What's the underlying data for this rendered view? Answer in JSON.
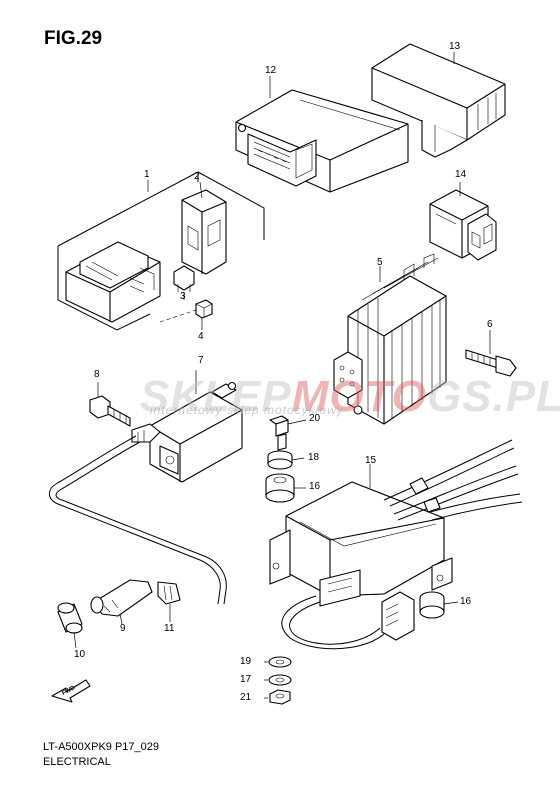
{
  "figure": {
    "title": "FIG.29"
  },
  "footer": {
    "code": "LT-A500XPK9 P17_029",
    "name": "ELECTRICAL"
  },
  "watermark": {
    "brand_a": "SKLEP",
    "brand_b": "MOTO",
    "brand_c": "GS.PL",
    "tagline": "internetowy sklep motocyklowy"
  },
  "forward_arrow": {
    "label": "FWD"
  },
  "callouts": [
    {
      "id": "1",
      "label": "1"
    },
    {
      "id": "2",
      "label": "2"
    },
    {
      "id": "3",
      "label": "3"
    },
    {
      "id": "4",
      "label": "4"
    },
    {
      "id": "5",
      "label": "5"
    },
    {
      "id": "6",
      "label": "6"
    },
    {
      "id": "7",
      "label": "7"
    },
    {
      "id": "8",
      "label": "8"
    },
    {
      "id": "9",
      "label": "9"
    },
    {
      "id": "10",
      "label": "10"
    },
    {
      "id": "11",
      "label": "11"
    },
    {
      "id": "12",
      "label": "12"
    },
    {
      "id": "13",
      "label": "13"
    },
    {
      "id": "14",
      "label": "14"
    },
    {
      "id": "15",
      "label": "15"
    },
    {
      "id": "16a",
      "label": "16"
    },
    {
      "id": "16b",
      "label": "16"
    },
    {
      "id": "17",
      "label": "17"
    },
    {
      "id": "18",
      "label": "18"
    },
    {
      "id": "19",
      "label": "19"
    },
    {
      "id": "20",
      "label": "20"
    },
    {
      "id": "21",
      "label": "21"
    }
  ],
  "colors": {
    "line": "#000000",
    "background": "#ffffff",
    "watermark_gray": "#bebebe",
    "watermark_red": "#dc5a5a"
  }
}
